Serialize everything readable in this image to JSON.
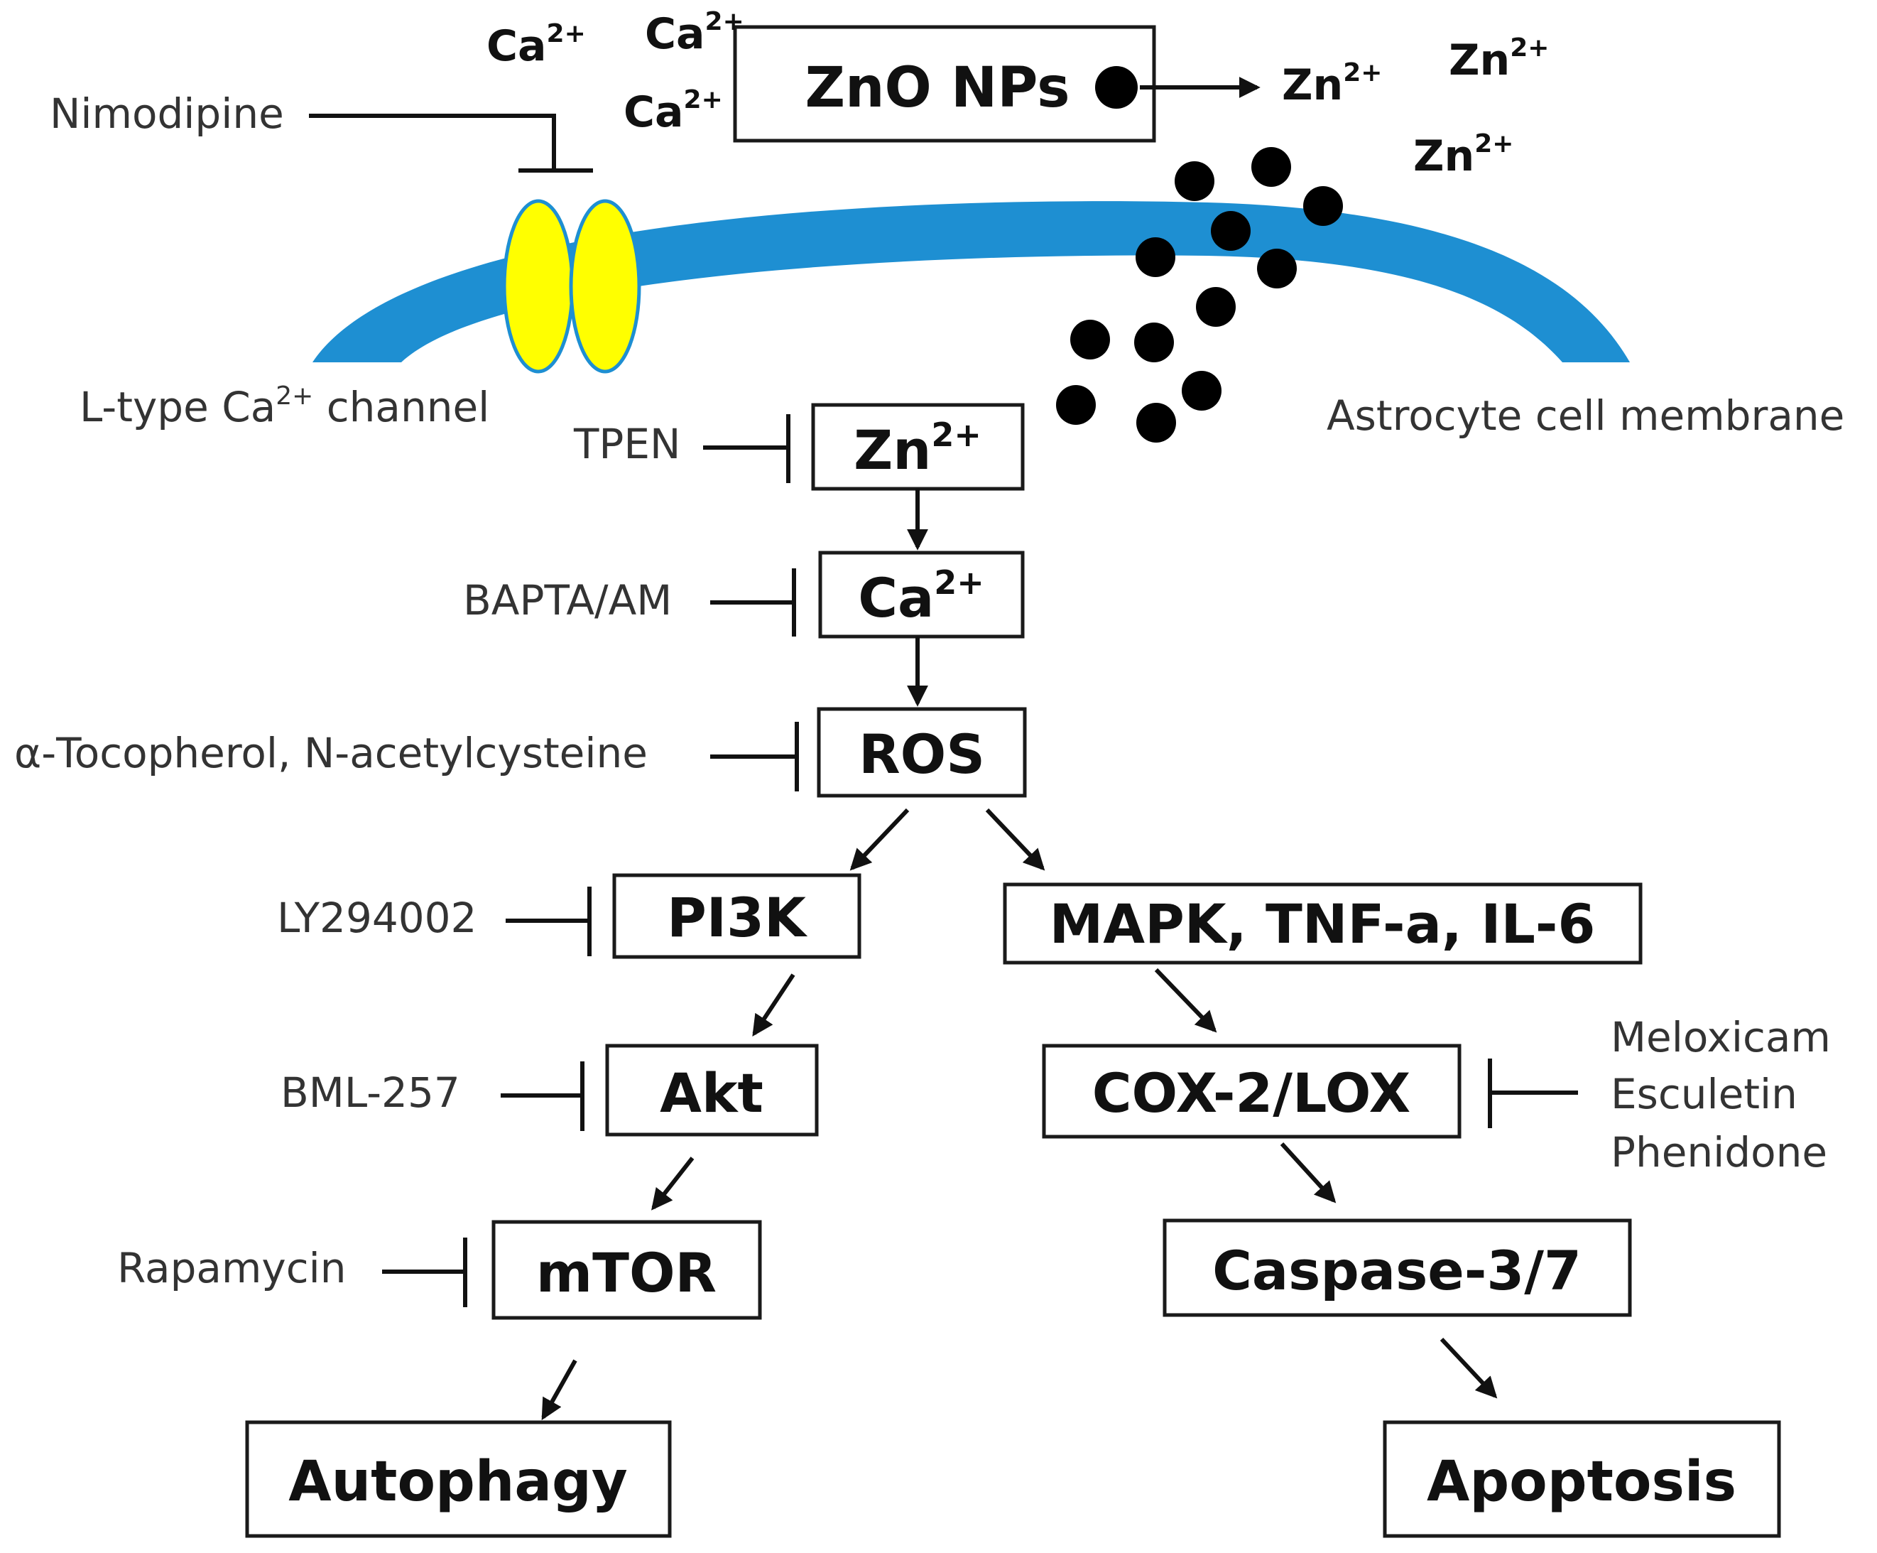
{
  "colors": {
    "membrane": "#1e8fd2",
    "channel": "#ffff00",
    "channel_outline": "#1e8fd2",
    "box_stroke": "#1a1a1a",
    "text": "#111111",
    "inhibitor_text": "#333333"
  },
  "nodes": {
    "zno_nps": "ZnO NPs",
    "zn_base": "Zn",
    "ca_base": "Ca",
    "charge": "2+",
    "ros": "ROS",
    "pi3k": "PI3K",
    "mapk": "MAPK, TNF-a, IL-6",
    "akt": "Akt",
    "cox_lox": "COX-2/LOX",
    "mtor": "mTOR",
    "caspase": "Caspase-3/7",
    "autophagy": "Autophagy",
    "apoptosis": "Apoptosis"
  },
  "ions": {
    "zn": "Zn",
    "ca": "Ca",
    "charge": "2+"
  },
  "labels": {
    "membrane": "Astrocyte cell membrane",
    "channel_prefix": "L-type Ca",
    "channel_suffix": " channel",
    "charge": "2+"
  },
  "inhibitors": {
    "nimodipine": "Nimodipine",
    "tpen": "TPEN",
    "bapta": "BAPTA/AM",
    "antioxidants": "α-Tocopherol, N-acetylcysteine",
    "ly294002": "LY294002",
    "bml257": "BML-257",
    "rapamycin": "Rapamycin",
    "cox_inhibitors": [
      "Meloxicam",
      "Esculetin",
      "Phenidone"
    ]
  }
}
